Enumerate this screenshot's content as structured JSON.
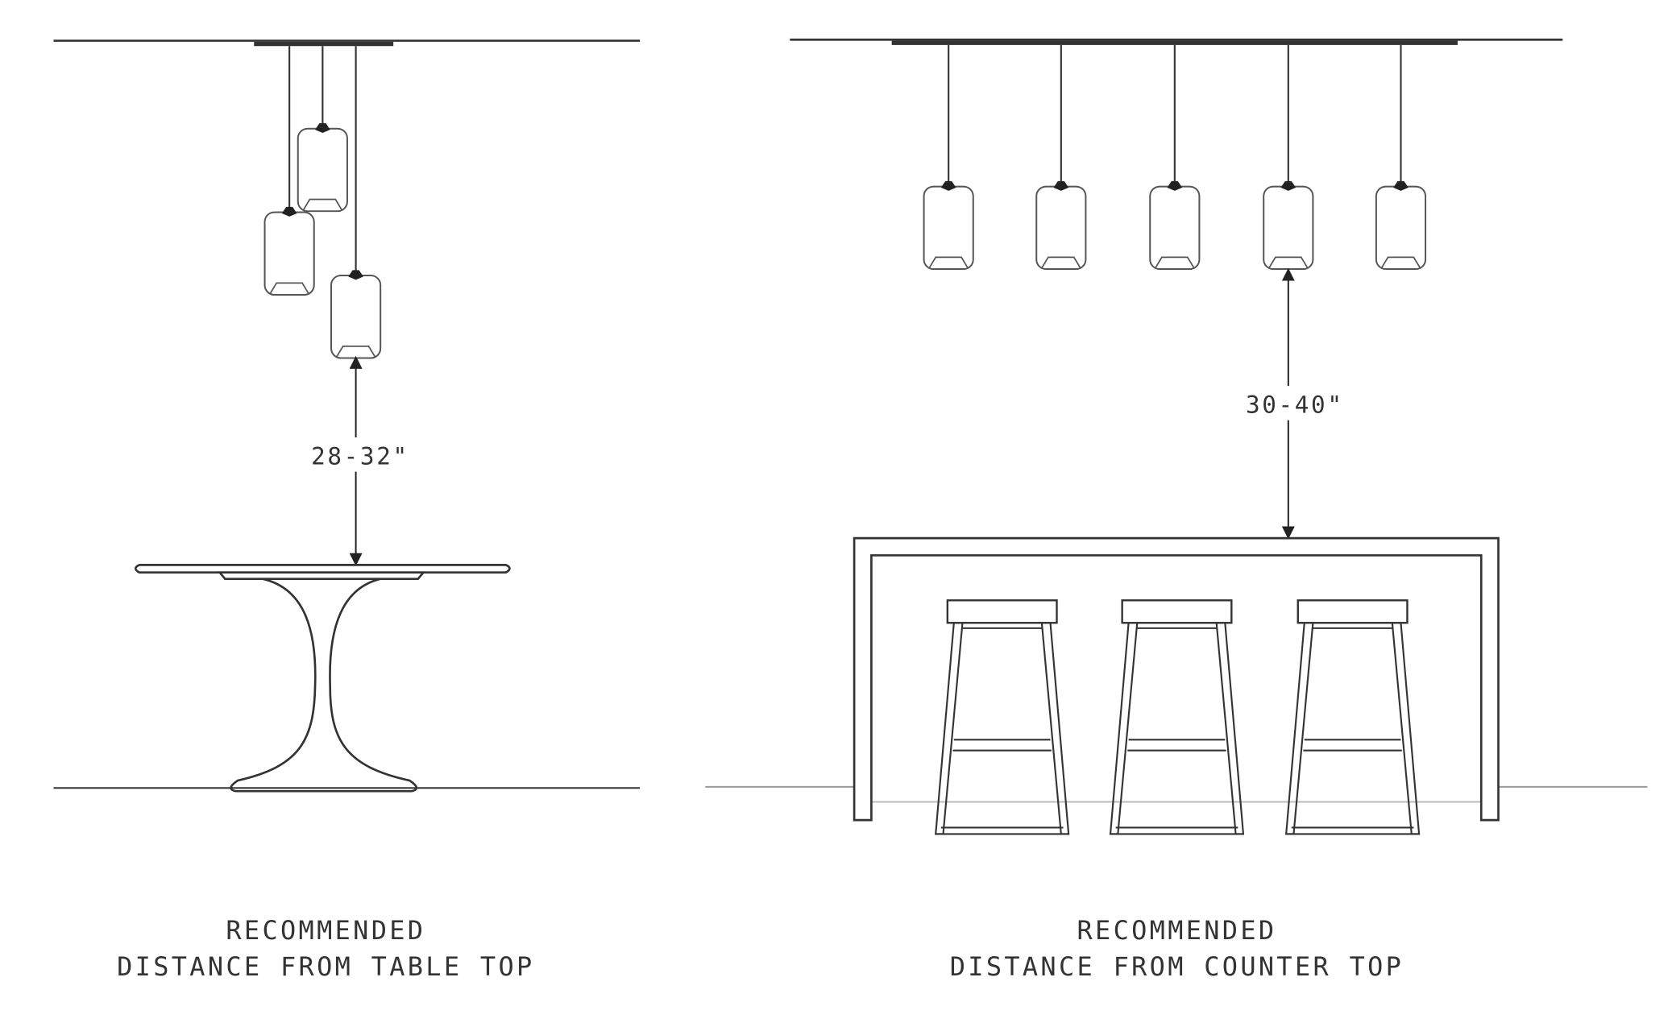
{
  "left_panel": {
    "dimension": "28-32\"",
    "caption_line1": "RECOMMENDED",
    "caption_line2": "DISTANCE FROM TABLE TOP"
  },
  "right_panel": {
    "dimension": "30-40\"",
    "caption_line1": "RECOMMENDED",
    "caption_line2": "DISTANCE FROM COUNTER TOP"
  },
  "colors": {
    "line": "#333333",
    "background": "#ffffff"
  }
}
